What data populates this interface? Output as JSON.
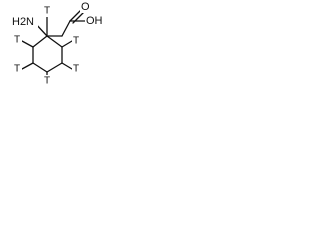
{
  "molecule": {
    "labels": {
      "amino": "H2N",
      "carboxyl": "OH",
      "carbonyl_o": "O",
      "tritium": "T"
    },
    "colors": {
      "ink": "#111111",
      "background": "#ffffff"
    }
  }
}
